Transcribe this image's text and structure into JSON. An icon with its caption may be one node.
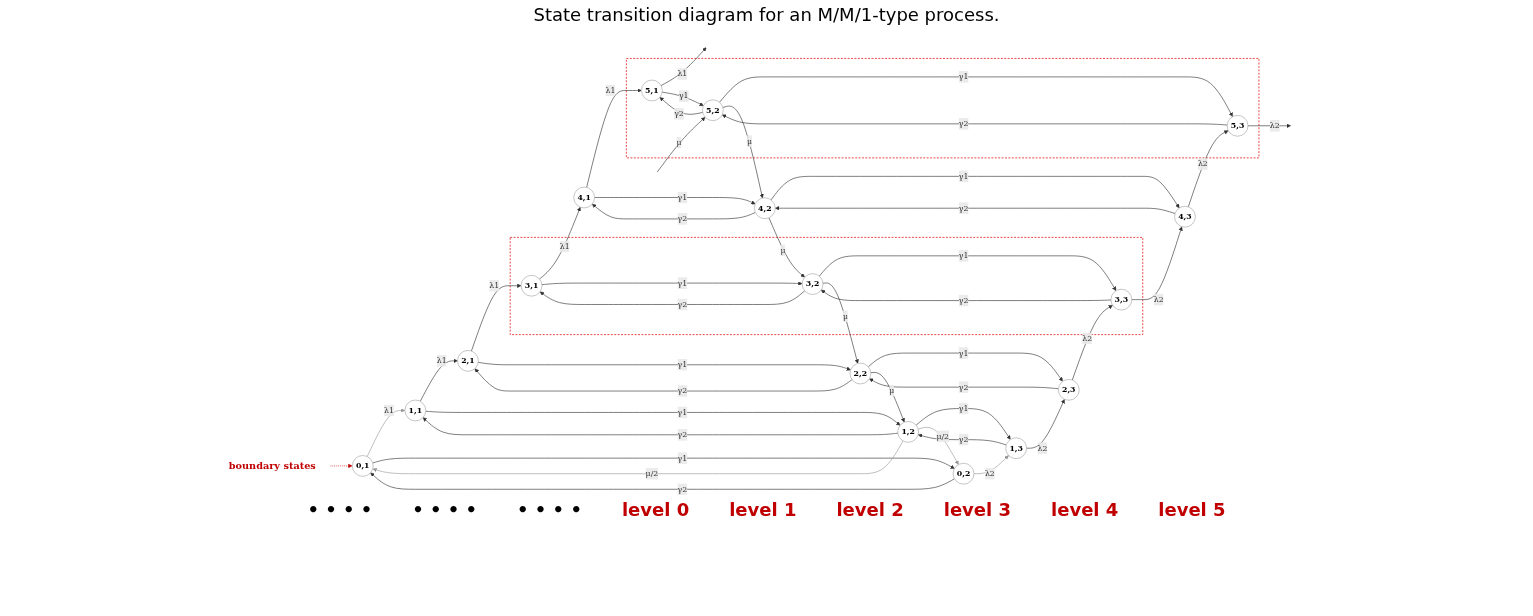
{
  "diagram": {
    "title": "State transition diagram for an M/M/1-type process.",
    "nodes": [
      {
        "text": [
          "boundary states"
        ]
      },
      {
        "text": [
          "0,1"
        ]
      },
      {
        "text": [
          "0,2"
        ]
      },
      {
        "text": [
          "1,1"
        ]
      },
      {
        "text": [
          "1,2"
        ]
      },
      {
        "text": [
          "1,3"
        ]
      },
      {
        "text": [
          "2,1"
        ]
      },
      {
        "text": [
          "2,2"
        ]
      },
      {
        "text": [
          "2,3"
        ]
      },
      {
        "text": [],
        "shape": "box"
      },
      {
        "text": [
          "3,1"
        ],
        "in": 9
      },
      {
        "text": [
          "3,2"
        ],
        "in": 9
      },
      {
        "text": [
          "3,3"
        ],
        "in": 9
      },
      {
        "text": [
          "4,1"
        ]
      },
      {
        "text": [
          "4,2"
        ]
      },
      {
        "text": [
          "4,3"
        ]
      },
      {
        "text": [],
        "shape": "box"
      },
      {
        "text": [
          "5,1"
        ],
        "in": 16
      },
      {
        "text": [
          "5,2"
        ],
        "in": 16
      },
      {
        "text": [
          "5,3"
        ],
        "in": 16
      }
    ],
    "edges": [
      {
        "from": 0,
        "to": 1,
        "arrow": "to",
        "style": "dashed",
        "color": "#c00000"
      },
      {
        "from": 1,
        "to": 3,
        "arrow": "to",
        "label": "λ1",
        "color": "#999999"
      },
      {
        "from": 3,
        "to": 6,
        "arrow": "to",
        "label": "λ1"
      },
      {
        "from": 6,
        "to": 10,
        "arrow": "to",
        "label": "λ1"
      },
      {
        "from": 10,
        "to": 13,
        "arrow": "to",
        "label": "λ1"
      },
      {
        "from": 13,
        "to": 17,
        "arrow": "to",
        "label": "λ1"
      },
      {
        "from": 17,
        "to": null,
        "arrow": "to",
        "label": "λ1"
      },
      {
        "from": 1,
        "to": 2,
        "arrow": "to",
        "label": "γ1"
      },
      {
        "from": 2,
        "to": 1,
        "arrow": "to",
        "label": "γ2"
      },
      {
        "from": 3,
        "to": 4,
        "arrow": "to",
        "label": "γ1"
      },
      {
        "from": 4,
        "to": 3,
        "arrow": "to",
        "label": "γ2"
      },
      {
        "from": 4,
        "to": 5,
        "arrow": "to",
        "label": "γ1"
      },
      {
        "from": 5,
        "to": 4,
        "arrow": "to",
        "label": "γ2"
      },
      {
        "from": 6,
        "to": 7,
        "arrow": "to",
        "label": "γ1"
      },
      {
        "from": 7,
        "to": 6,
        "arrow": "to",
        "label": "γ2"
      },
      {
        "from": 7,
        "to": 8,
        "arrow": "to",
        "label": "γ1"
      },
      {
        "from": 8,
        "to": 7,
        "arrow": "to",
        "label": "γ2"
      },
      {
        "from": 10,
        "to": 11,
        "arrow": "to",
        "label": "γ1"
      },
      {
        "from": 11,
        "to": 10,
        "arrow": "to",
        "label": "γ2"
      },
      {
        "from": 11,
        "to": 12,
        "arrow": "to",
        "label": "γ1"
      },
      {
        "from": 12,
        "to": 11,
        "arrow": "to",
        "label": "γ2"
      },
      {
        "from": 13,
        "to": 14,
        "arrow": "to",
        "label": "γ1"
      },
      {
        "from": 14,
        "to": 13,
        "arrow": "to",
        "label": "γ2"
      },
      {
        "from": 14,
        "to": 15,
        "arrow": "to",
        "label": "γ1"
      },
      {
        "from": 15,
        "to": 14,
        "arrow": "to",
        "label": "γ2"
      },
      {
        "from": 17,
        "to": 18,
        "arrow": "to",
        "label": "γ1"
      },
      {
        "from": 18,
        "to": 17,
        "arrow": "to",
        "label": "γ2"
      },
      {
        "from": 18,
        "to": 19,
        "arrow": "to",
        "label": "γ1"
      },
      {
        "from": 19,
        "to": 18,
        "arrow": "to",
        "label": "γ2"
      },
      {
        "from": 4,
        "to": 1,
        "arrow": "to",
        "label": "μ/2",
        "color": "#999999"
      },
      {
        "from": 4,
        "to": 2,
        "arrow": "to",
        "label": "μ/2",
        "color": "#999999"
      },
      {
        "from": 7,
        "to": 4,
        "arrow": "to",
        "label": "μ"
      },
      {
        "from": 11,
        "to": 7,
        "arrow": "to",
        "label": "μ"
      },
      {
        "from": 14,
        "to": 11,
        "arrow": "to",
        "label": "μ"
      },
      {
        "from": 18,
        "to": 14,
        "arrow": "to",
        "label": "μ"
      },
      {
        "from": null,
        "to": 18,
        "arrow": "to",
        "label": "μ"
      },
      {
        "from": 2,
        "to": 5,
        "arrow": "to",
        "label": "λ2",
        "color": "#999999"
      },
      {
        "from": 5,
        "to": 8,
        "arrow": "to",
        "label": "λ2"
      },
      {
        "from": 8,
        "to": 12,
        "arrow": "to",
        "label": "λ2"
      },
      {
        "from": 12,
        "to": 15,
        "arrow": "to",
        "label": "λ2"
      },
      {
        "from": 15,
        "to": 19,
        "arrow": "to",
        "label": "λ2"
      },
      {
        "from": 19,
        "to": null,
        "arrow": "to",
        "label": "λ2"
      }
    ],
    "labels": [
      "• • • •",
      "• • • •",
      "• • • •",
      "level 0",
      "level 1",
      "level 2",
      "level 3",
      "level 4",
      "level 5"
    ]
  }
}
